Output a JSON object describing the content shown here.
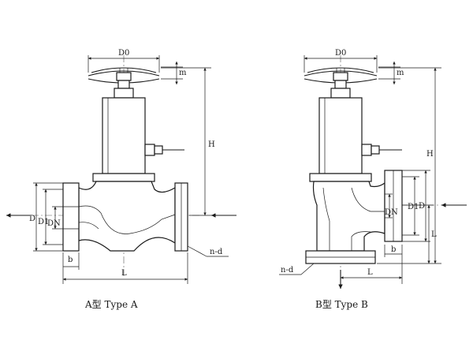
{
  "figure_a": {
    "caption": "A型 Type A",
    "labels": {
      "d0": "D0",
      "m": "m",
      "h": "H",
      "d": "D",
      "d1": "D1",
      "dn": "DN",
      "b": "b",
      "l": "L",
      "nd": "n-d"
    }
  },
  "figure_b": {
    "caption": "B型 Type B",
    "labels": {
      "d0": "D0",
      "m": "m",
      "h": "H",
      "d": "D",
      "d1": "D1",
      "dn": "DN",
      "b": "b",
      "l": "L",
      "l_right": "L",
      "nd": "n-d"
    }
  }
}
